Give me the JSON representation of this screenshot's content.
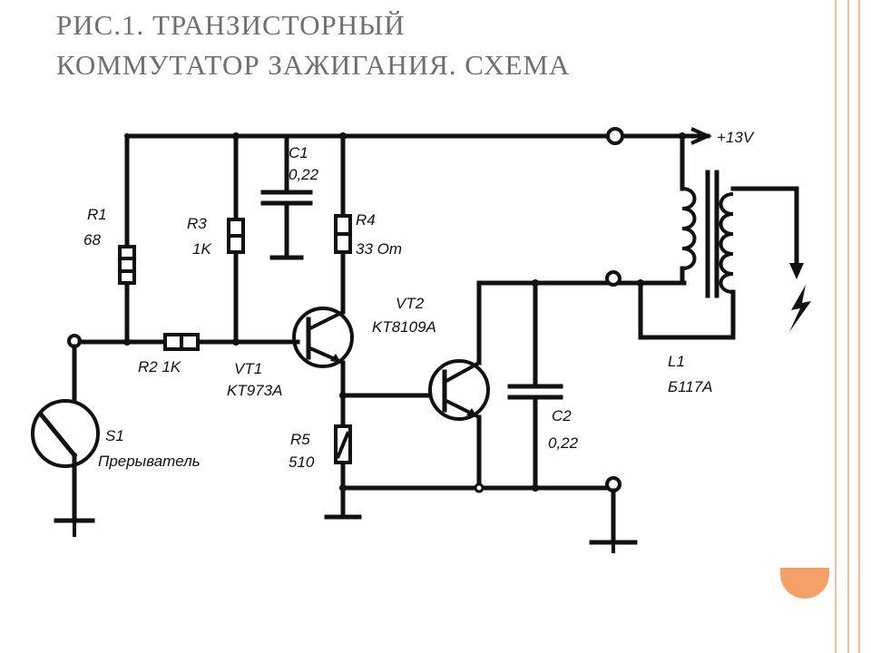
{
  "title": {
    "line1": "РИС.1. ТРАНЗИСТОРНЫЙ",
    "line2": "КОММУТАТОР ЗАЖИГАНИЯ. СХЕМА"
  },
  "schematic": {
    "supply": "+13V",
    "c1": {
      "name": "C1",
      "value": "0,22"
    },
    "r1": {
      "name": "R1",
      "value": "68"
    },
    "r3": {
      "name": "R3",
      "value": "1K"
    },
    "r4": {
      "name": "R4",
      "value": "33 Om"
    },
    "r2": {
      "label": "R2 1K"
    },
    "vt1": {
      "name": "VT1",
      "model": "KT973A"
    },
    "vt2": {
      "name": "VT2",
      "model": "KT8109A"
    },
    "r5": {
      "name": "R5",
      "value": "510"
    },
    "s1": {
      "name": "S1",
      "desc": "Прерыватель"
    },
    "c2": {
      "name": "C2",
      "value": "0,22"
    },
    "l1": {
      "name": "L1",
      "model": "Б117A"
    }
  },
  "colors": {
    "title": "#6f6f6f",
    "frame": "#f2b9a6",
    "bullet": "#f6a069"
  }
}
